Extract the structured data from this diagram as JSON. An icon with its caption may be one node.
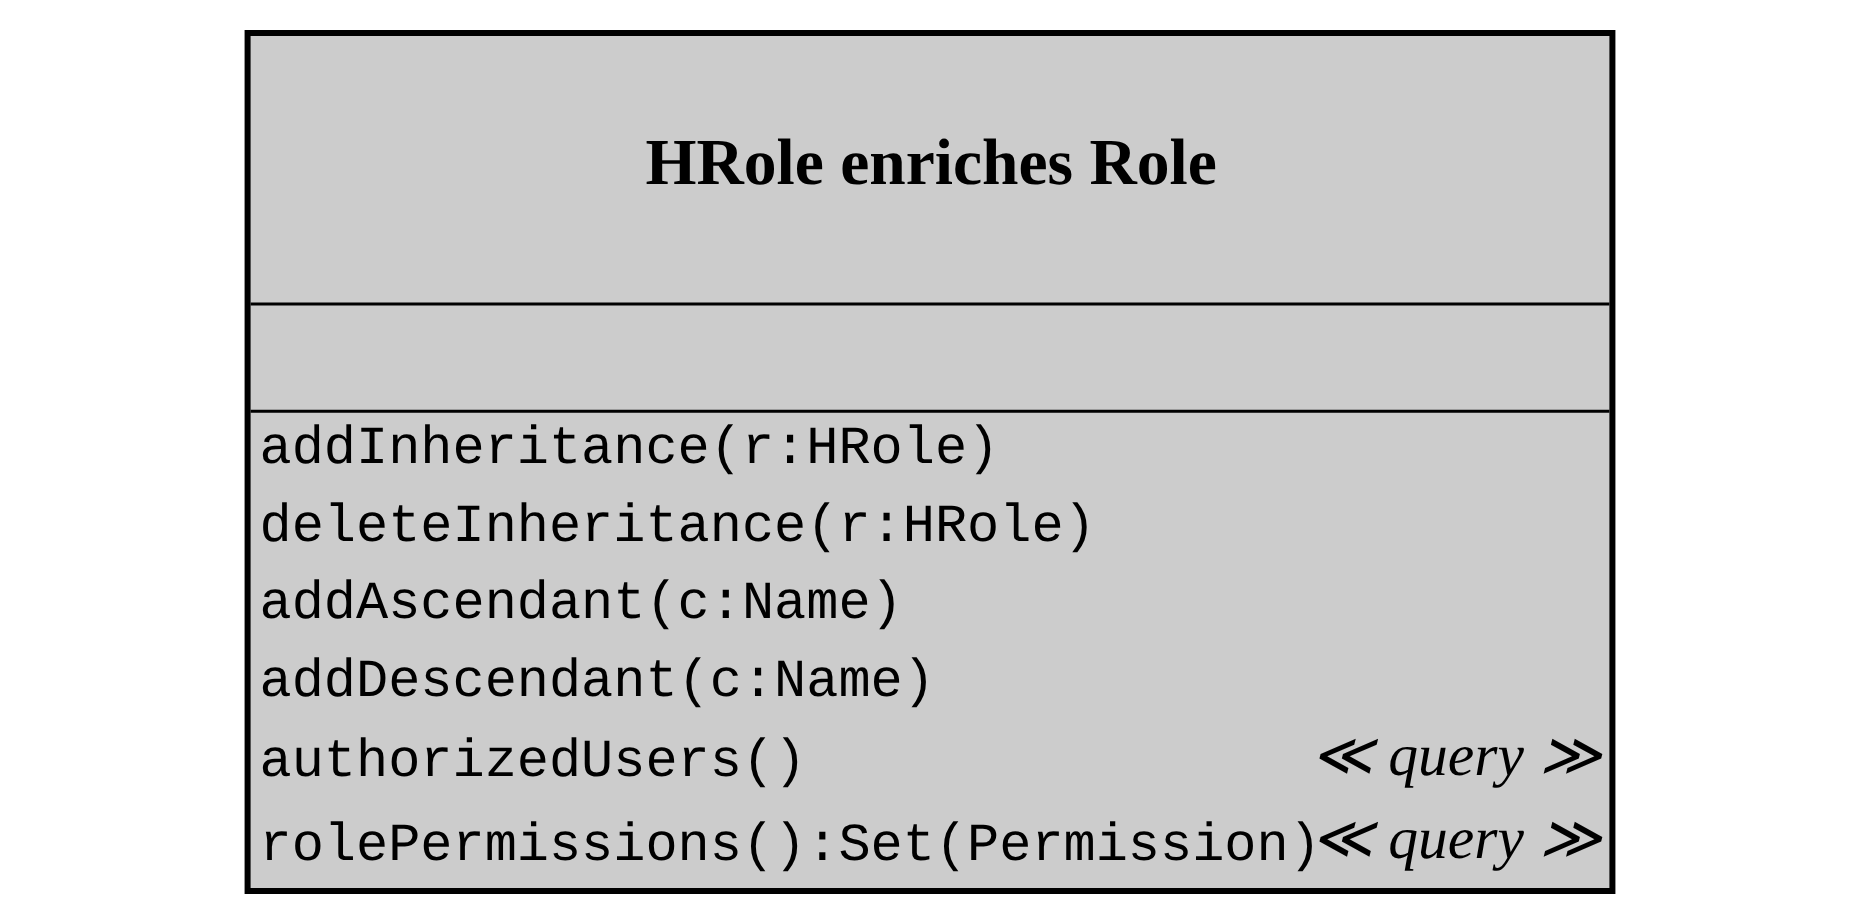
{
  "diagram": {
    "nodes": [
      {
        "text": [
          "HRole enriches Role",
          "addInheritance(r:HRole)",
          "deleteInheritance(r:HRole)",
          "addAscendant(c:Name)",
          "addDescendant(c:Name)",
          "authorizedUsers()",
          "≪ query ≫",
          "rolePermissions():Set(Permission)",
          "≪ query ≫"
        ]
      }
    ]
  }
}
